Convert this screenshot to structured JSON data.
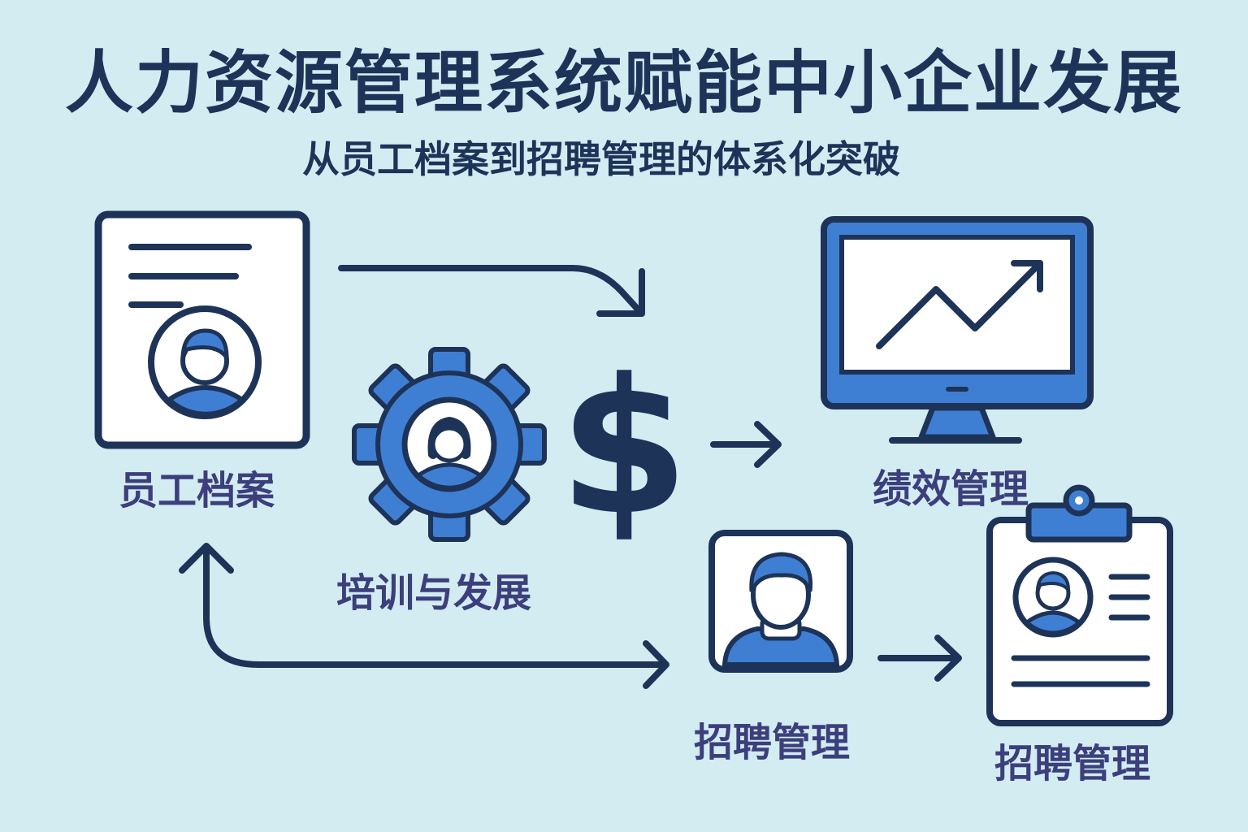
{
  "title": "人力资源管理系统赋能中小企业发展",
  "subtitle": "从员工档案到招聘管理的体系化突破",
  "labels": {
    "employee_records": "员工档案",
    "training": "培训与发展",
    "performance": "绩效管理",
    "recruitment_profile": "招聘管理",
    "recruitment_clipboard": "招聘管理"
  },
  "icons": {
    "employee_records": "employee-document-icon",
    "training": "gear-person-icon",
    "money": "dollar-sign-icon",
    "performance": "monitor-trend-chart-icon",
    "recruitment_profile": "person-profile-icon",
    "recruitment_clipboard": "clipboard-resume-icon"
  },
  "colors": {
    "background": "#d3ecf2",
    "dark_navy": "#1e3358",
    "accent_blue": "#3f7fd3",
    "label_purple": "#3c3f7c",
    "panel_white": "#ffffff"
  }
}
